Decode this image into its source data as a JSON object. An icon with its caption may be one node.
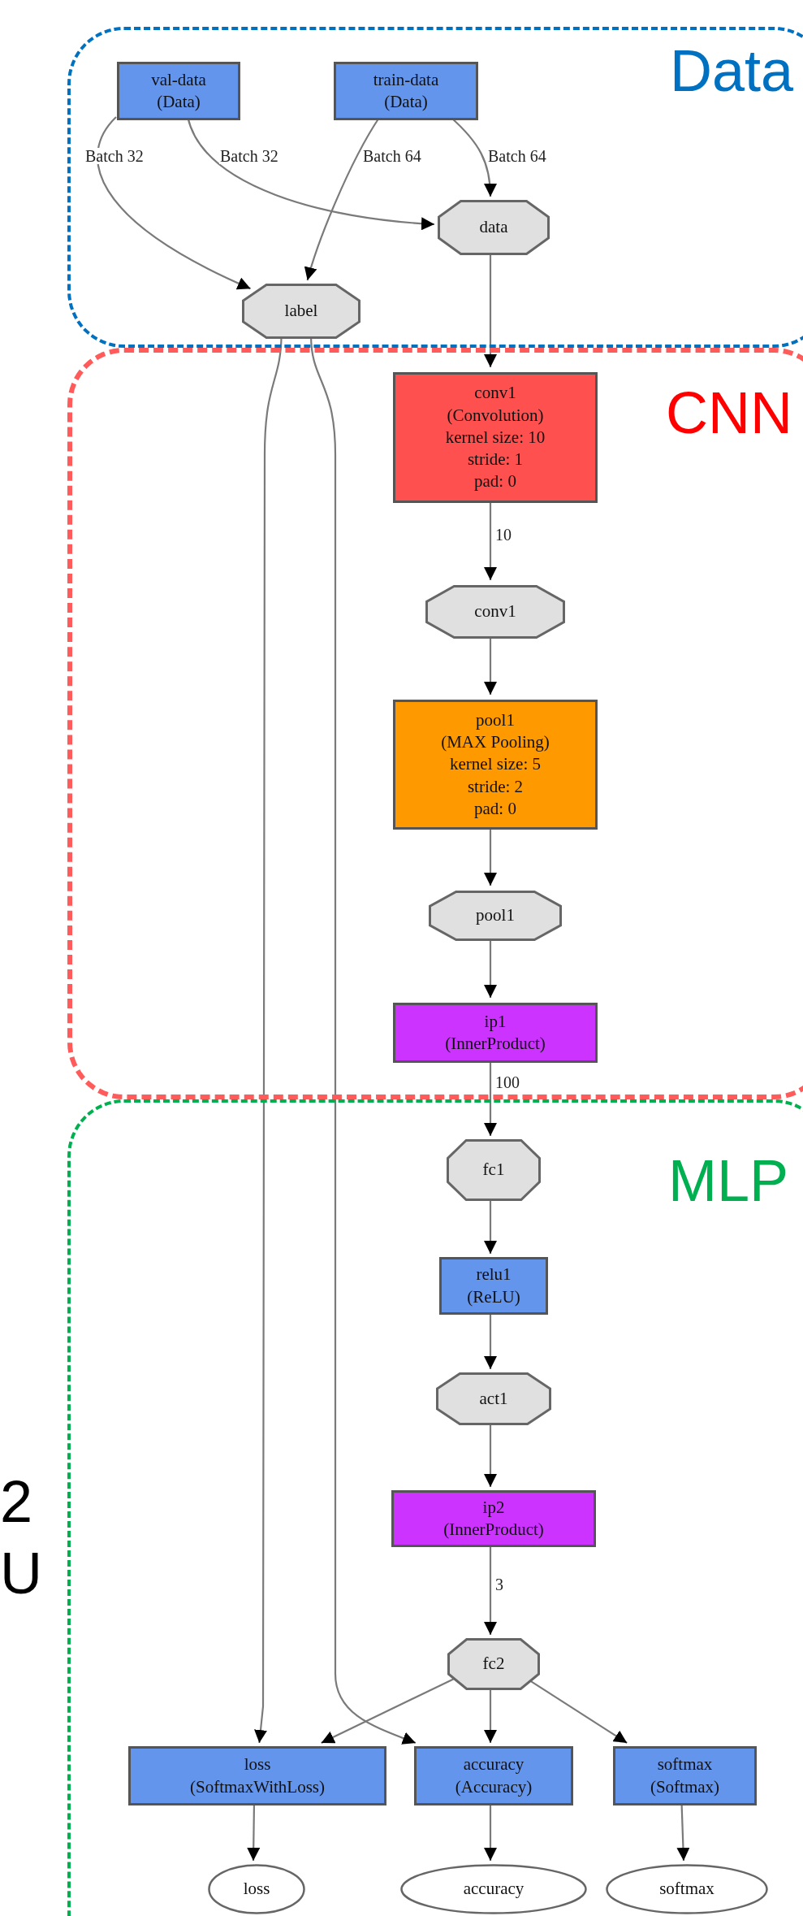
{
  "diagram": {
    "nodes": [
      {
        "text": [
          "Data"
        ]
      },
      {
        "text": [
          "val-data",
          "(Data)"
        ],
        "in": 0
      },
      {
        "text": [
          "train-data",
          "(Data)"
        ],
        "in": 0
      },
      {
        "text": [
          "data"
        ],
        "in": 0
      },
      {
        "text": [
          "label"
        ],
        "in": 0
      },
      {
        "text": [
          "CNN"
        ]
      },
      {
        "text": [
          "conv1",
          "(Convolution)",
          "kernel size: 10",
          "stride: 1",
          "pad: 0"
        ],
        "in": 5
      },
      {
        "text": [
          "conv1"
        ],
        "in": 5
      },
      {
        "text": [
          "pool1",
          "(MAX Pooling)",
          "kernel size: 5",
          "stride: 2",
          "pad: 0"
        ],
        "in": 5
      },
      {
        "text": [
          "pool1"
        ],
        "in": 5
      },
      {
        "text": [
          "ip1",
          "(InnerProduct)"
        ],
        "in": 5
      },
      {
        "text": [
          "MLP"
        ]
      },
      {
        "text": [
          "fc1"
        ],
        "in": 11
      },
      {
        "text": [
          "relu1",
          "(ReLU)"
        ],
        "in": 11
      },
      {
        "text": [
          "act1"
        ],
        "in": 11
      },
      {
        "text": [
          "ip2",
          "(InnerProduct)"
        ],
        "in": 11
      },
      {
        "text": [
          "fc2"
        ],
        "in": 11
      },
      {
        "text": [
          "loss",
          "(SoftmaxWithLoss)"
        ],
        "in": 11
      },
      {
        "text": [
          "accuracy",
          "(Accuracy)"
        ],
        "in": 11
      },
      {
        "text": [
          "softmax",
          "(Softmax)"
        ],
        "in": 11
      },
      {
        "text": [
          "loss"
        ],
        "in": 11
      },
      {
        "text": [
          "accuracy"
        ],
        "in": 11
      },
      {
        "text": [
          "softmax"
        ],
        "in": 11
      }
    ],
    "edges": [
      {
        "from": 1,
        "to": 4,
        "arrow": "to",
        "label": "Batch 32"
      },
      {
        "from": 1,
        "to": 3,
        "arrow": "to",
        "label": "Batch 32"
      },
      {
        "from": 2,
        "to": 4,
        "arrow": "to",
        "label": "Batch 64"
      },
      {
        "from": 2,
        "to": 3,
        "arrow": "to",
        "label": "Batch 64"
      },
      {
        "from": 3,
        "to": 6,
        "arrow": "to"
      },
      {
        "from": 6,
        "to": 7,
        "arrow": "to",
        "label": "10"
      },
      {
        "from": 7,
        "to": 8,
        "arrow": "to"
      },
      {
        "from": 8,
        "to": 9,
        "arrow": "to"
      },
      {
        "from": 9,
        "to": 10,
        "arrow": "to"
      },
      {
        "from": 10,
        "to": 12,
        "arrow": "to",
        "label": "100"
      },
      {
        "from": 12,
        "to": 13,
        "arrow": "to"
      },
      {
        "from": 13,
        "to": 14,
        "arrow": "to"
      },
      {
        "from": 14,
        "to": 15,
        "arrow": "to"
      },
      {
        "from": 15,
        "to": 16,
        "arrow": "to",
        "label": "3"
      },
      {
        "from": 4,
        "to": 17,
        "arrow": "to"
      },
      {
        "from": 4,
        "to": 18,
        "arrow": "to"
      },
      {
        "from": 16,
        "to": 17,
        "arrow": "to"
      },
      {
        "from": 16,
        "to": 18,
        "arrow": "to"
      },
      {
        "from": 16,
        "to": 19,
        "arrow": "to"
      },
      {
        "from": 17,
        "to": 20,
        "arrow": "to"
      },
      {
        "from": 18,
        "to": 21,
        "arrow": "to"
      },
      {
        "from": 19,
        "to": 22,
        "arrow": "to"
      }
    ],
    "labels": [
      "2",
      "U"
    ]
  }
}
